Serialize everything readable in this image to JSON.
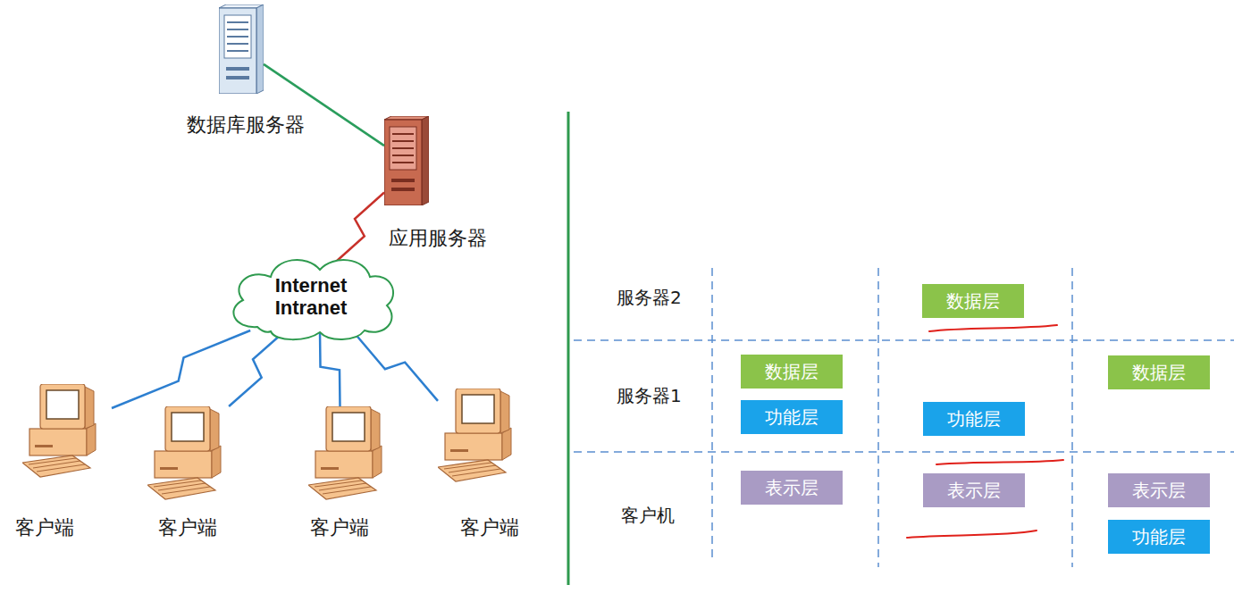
{
  "diagram": {
    "nodes": [
      {
        "text": [
          "数据库服务器"
        ]
      },
      {
        "text": [
          "应用服务器"
        ]
      },
      {
        "text": [
          "Internet Intranet"
        ]
      },
      {
        "text": [
          "客户端"
        ]
      },
      {
        "text": [
          "客户端"
        ]
      },
      {
        "text": [
          "客户端"
        ]
      },
      {
        "text": [
          "客户端"
        ]
      },
      {
        "text": [
          "数据层"
        ]
      },
      {
        "text": [
          "数据层"
        ]
      },
      {
        "text": [
          "功能层"
        ]
      },
      {
        "text": [
          "功能层"
        ]
      },
      {
        "text": [
          "数据层"
        ]
      },
      {
        "text": [
          "表示层"
        ]
      },
      {
        "text": [
          "表示层"
        ]
      },
      {
        "text": [
          "表示层"
        ]
      },
      {
        "text": [
          "功能层"
        ]
      }
    ],
    "edges": [
      {
        "from": 0,
        "to": 1,
        "arrow": "none"
      },
      {
        "from": 1,
        "to": 2,
        "arrow": "none"
      },
      {
        "from": 2,
        "to": 3,
        "arrow": "none"
      },
      {
        "from": 2,
        "to": 4,
        "arrow": "none"
      },
      {
        "from": 2,
        "to": 5,
        "arrow": "none"
      },
      {
        "from": 2,
        "to": 6,
        "arrow": "none"
      }
    ],
    "labels": [
      "服务器2",
      "服务器1",
      "客户机"
    ]
  }
}
